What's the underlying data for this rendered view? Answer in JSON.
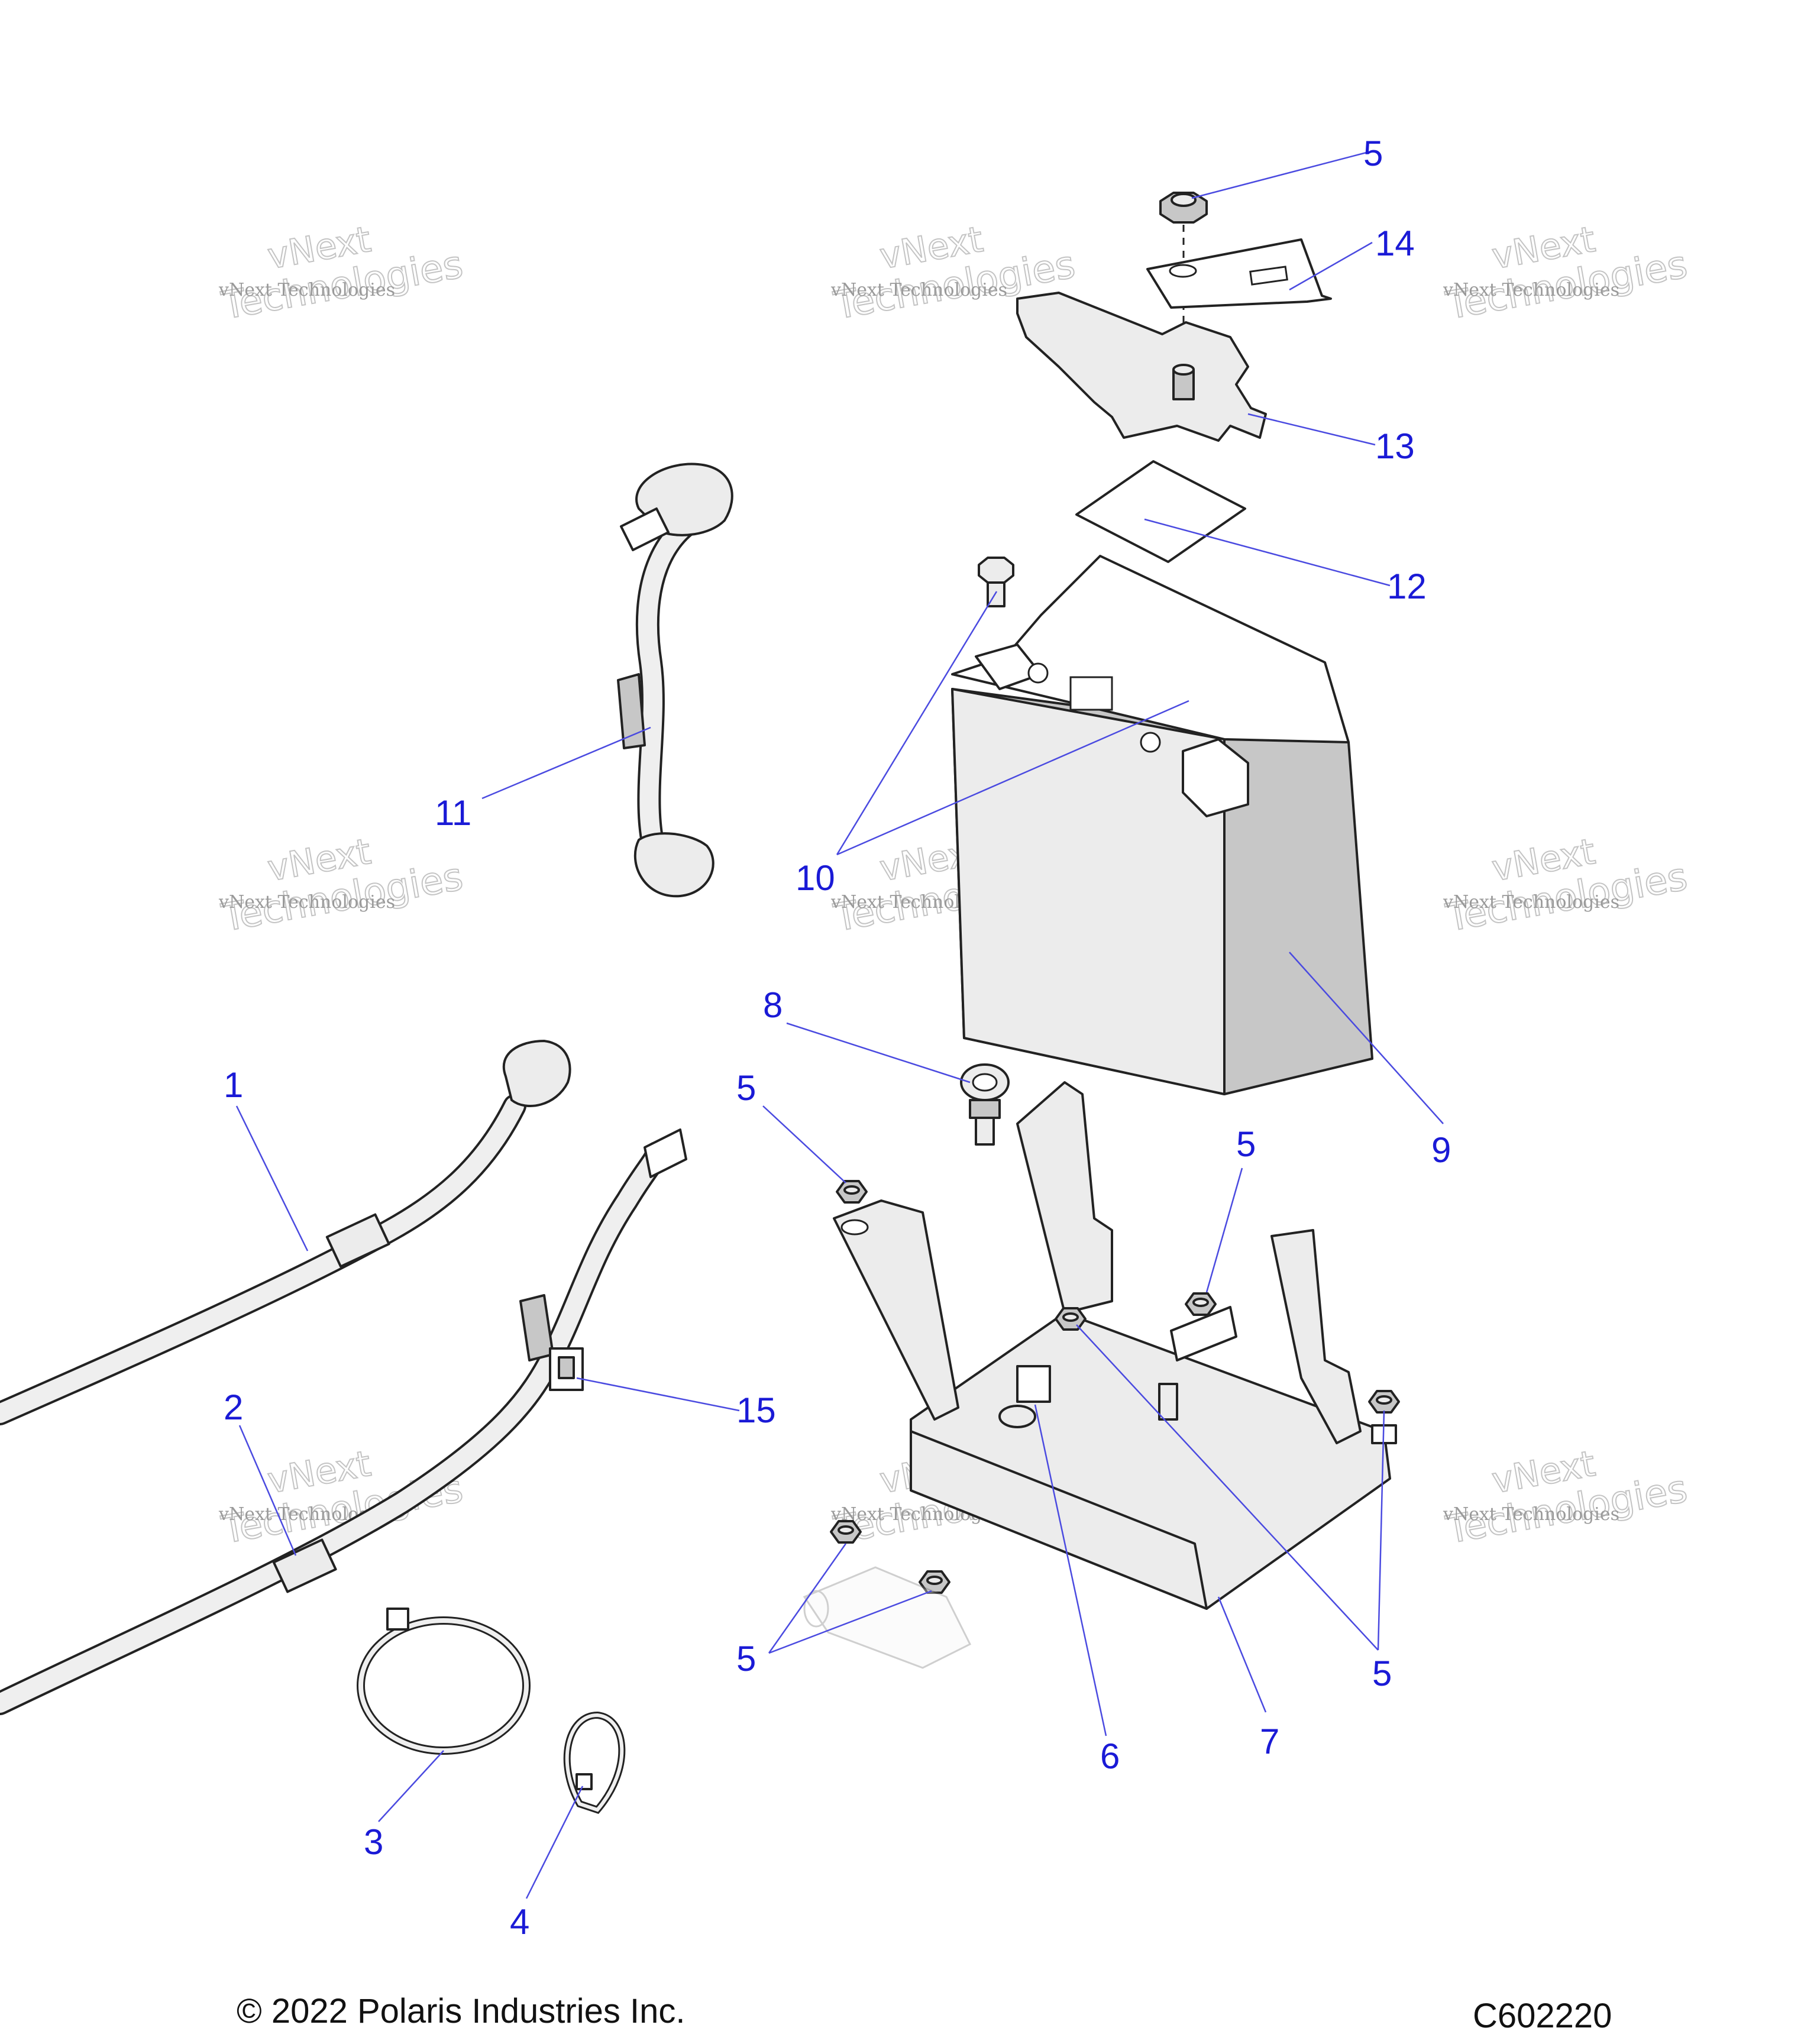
{
  "diagram": {
    "callouts": [
      "5",
      "14",
      "13",
      "12",
      "11",
      "10",
      "9",
      "8",
      "5",
      "5",
      "1",
      "15",
      "2",
      "5",
      "5",
      "7",
      "6",
      "3",
      "4"
    ],
    "watermark": {
      "line1": "vNext Technologies",
      "line2": "vNext",
      "line3": "Technologies"
    }
  },
  "footer": {
    "copyright": "© 2022 Polaris Industries Inc.",
    "code": "C602220"
  }
}
